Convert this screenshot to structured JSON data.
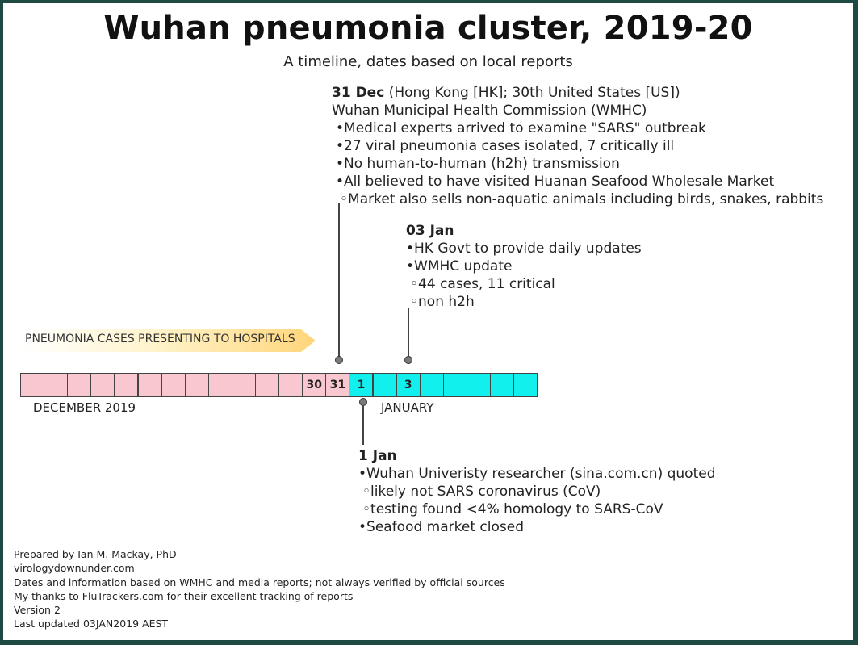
{
  "title": "Wuhan pneumonia cluster, 2019-20",
  "subtitle": "A timeline, dates based on local reports",
  "dec31": {
    "date": "31 Dec",
    "date_note": "(Hong Kong [HK]; 30th United States [US])",
    "source": "Wuhan Municipal Health Commission (WMHC)",
    "bullets": [
      "•Medical experts arrived to examine \"SARS\" outbreak",
      "•27 viral pneumonia cases isolated, 7 critically ill",
      "•No human-to-human (h2h) transmission",
      "•All believed to have visited Huanan Seafood Wholesale Market",
      "◦Market also sells non-aquatic animals including birds, snakes, rabbits"
    ]
  },
  "jan03": {
    "date": "03 Jan",
    "bullets": [
      "•HK Govt to provide daily updates",
      "•WMHC update",
      "◦44 cases, 11 critical",
      "◦non h2h"
    ]
  },
  "jan01": {
    "date": "1 Jan",
    "bullets": [
      "•Wuhan Univeristy researcher (sina.com.cn) quoted",
      "◦likely not SARS coronavirus (CoV)",
      "◦testing found <4% homology to SARS-CoV",
      "•Seafood market closed"
    ]
  },
  "band_label": "PNEUMONIA CASES PRESENTING TO HOSPITALS",
  "timeline": {
    "december_cells": [
      "",
      "",
      "",
      "",
      "",
      "",
      "",
      "",
      "",
      "",
      "",
      "",
      "30",
      "31"
    ],
    "january_cells": [
      "1",
      "",
      "3",
      "",
      "",
      "",
      "",
      ""
    ],
    "month_dec": "DECEMBER 2019",
    "month_jan": "JANUARY"
  },
  "footer": [
    "Prepared by Ian M. Mackay, PhD",
    "virologydownunder.com",
    "Dates and information based on WMHC and media reports; not always verified by official sources",
    "My thanks to FluTrackers.com for their excellent tracking of reports",
    "Version 2",
    "Last updated 03JAN2019 AEST"
  ],
  "colors": {
    "december": "#f8c7cf",
    "january": "#12f0ee",
    "band": "#ffd57a",
    "frame": "#1f4a44"
  }
}
